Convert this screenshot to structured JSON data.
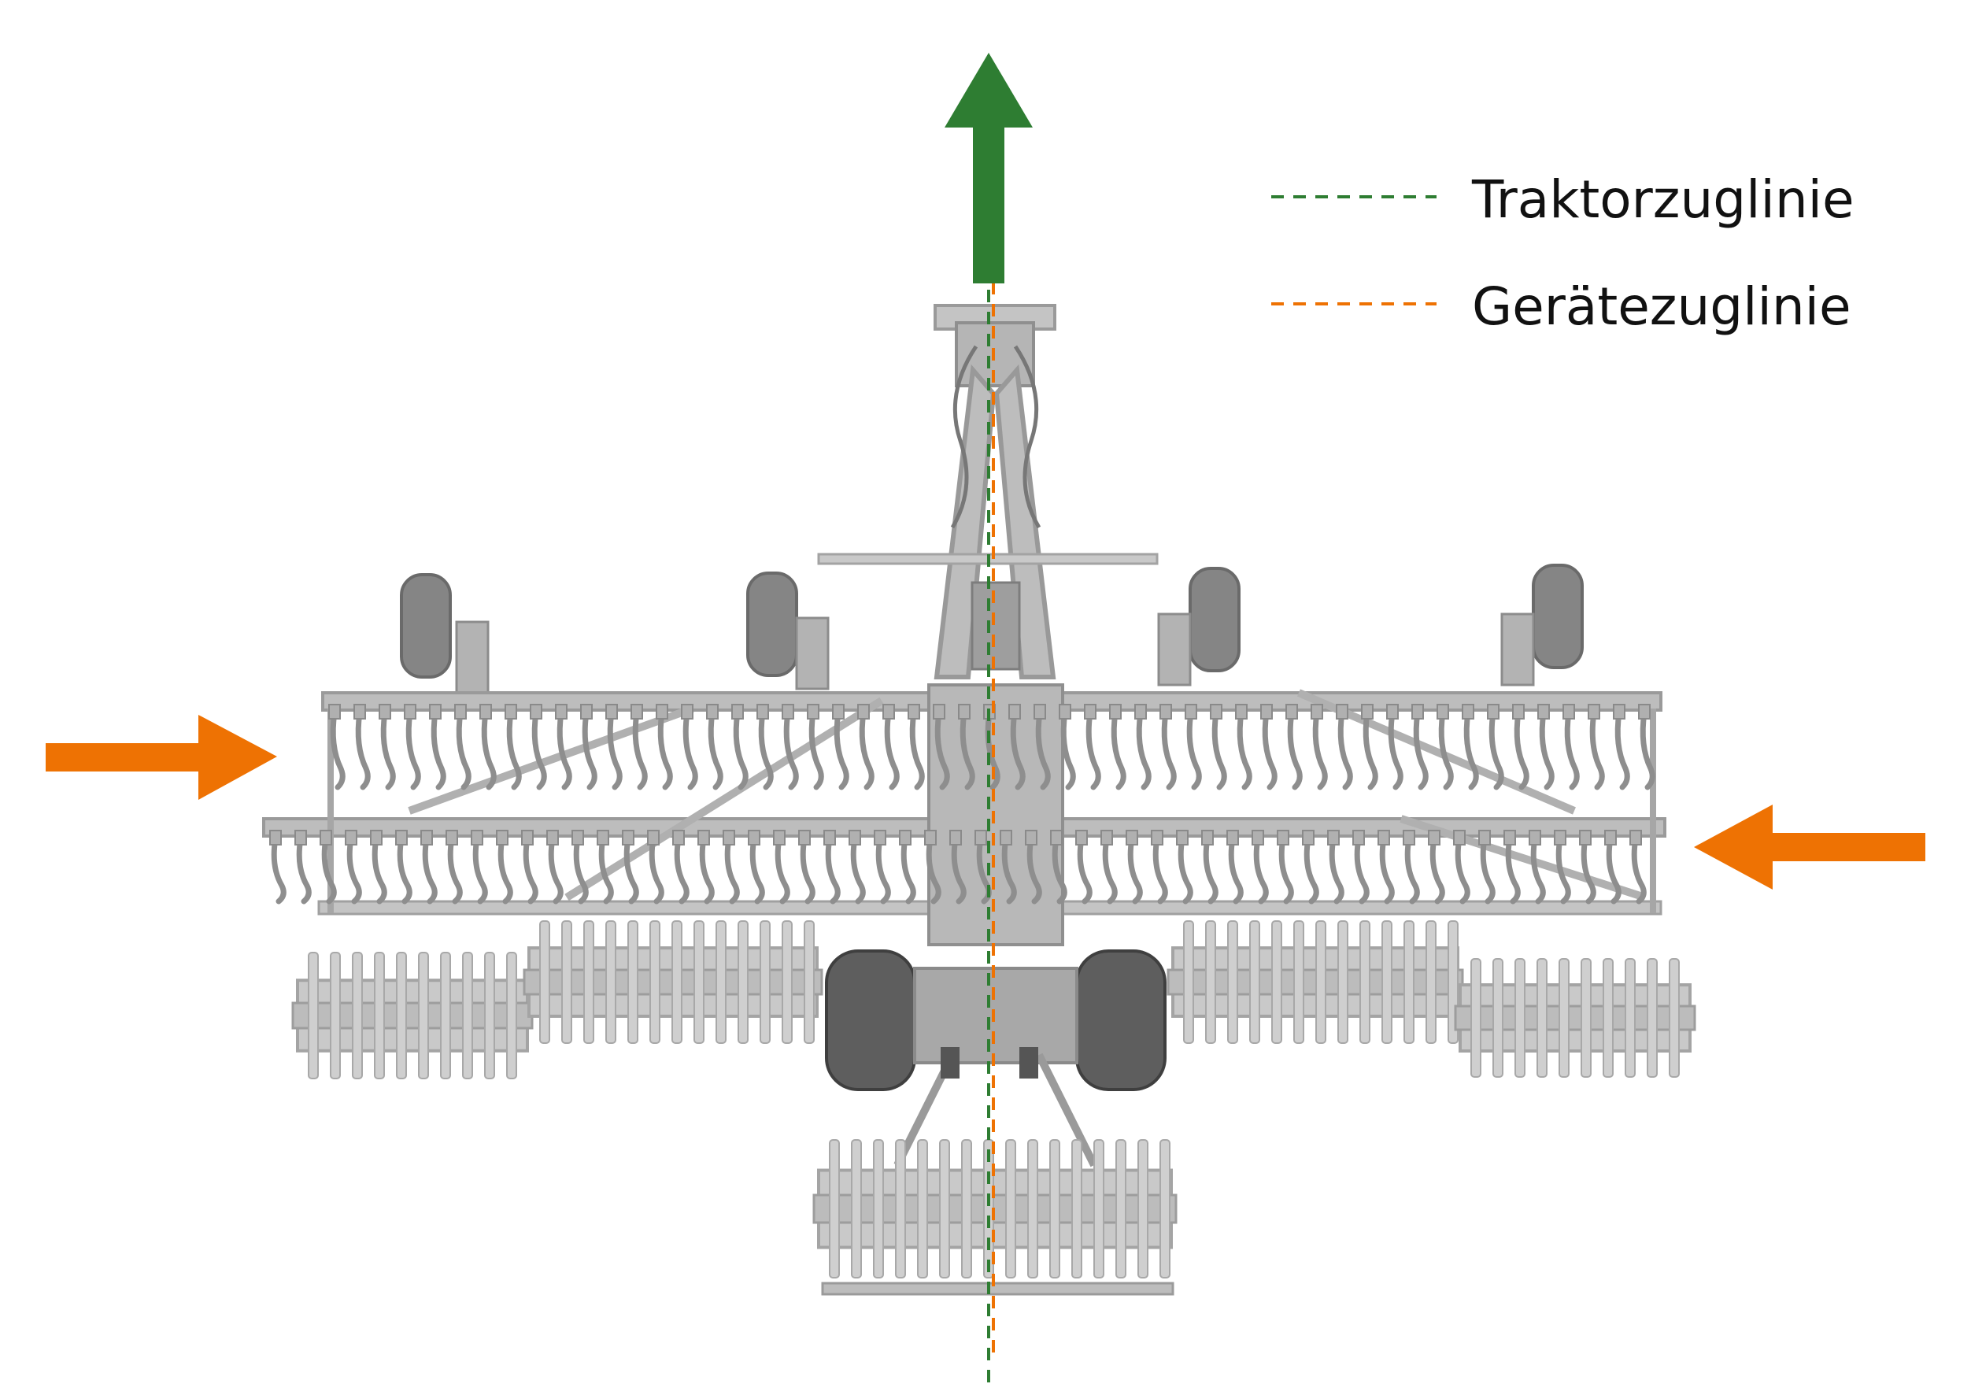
{
  "legend": {
    "items": [
      {
        "label": "Traktorzuglinie",
        "color": "#2e7d32",
        "style": "dashed"
      },
      {
        "label": "Gerätezuglinie",
        "color": "#ee7203",
        "style": "dashed"
      }
    ]
  },
  "colors": {
    "tractor_arrow": "#2e7d32",
    "side_force_arrows": "#ee7203",
    "machine": "#a6a6a6",
    "tires": "#6b6b6b",
    "background": "#ffffff"
  },
  "icons": {
    "direction_of_travel": "arrow-up-icon",
    "left_force": "arrow-right-icon",
    "right_force": "arrow-left-icon"
  }
}
